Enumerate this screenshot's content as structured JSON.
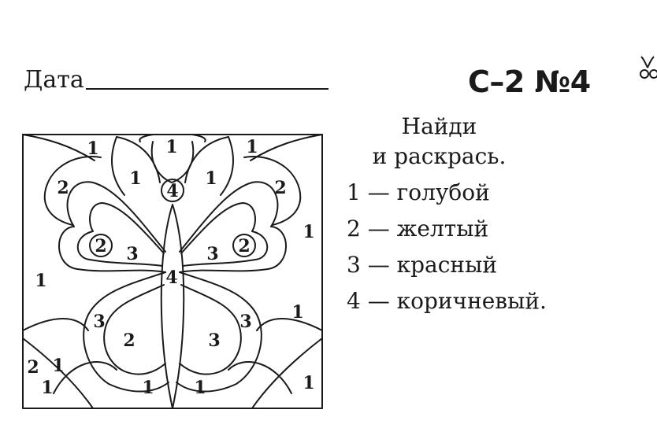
{
  "header": {
    "date_label": "Дата",
    "task_id": "С–2 №4"
  },
  "instructions": {
    "line1": "Найди",
    "line2": "и раскрась.",
    "legend": [
      "1 — голубой",
      "2 — желтый",
      "3 — красный",
      "4 — коричневый."
    ]
  },
  "picture": {
    "labels": [
      "1",
      "1",
      "1",
      "2",
      "1",
      "4",
      "1",
      "2",
      "2",
      "3",
      "3",
      "2",
      "1",
      "1",
      "4",
      "3",
      "1",
      "2",
      "3",
      "3",
      "2",
      "1",
      "1",
      "1",
      "1",
      "1",
      "1"
    ]
  },
  "colors": {
    "ink": "#1a1a1a",
    "paper": "#ffffff"
  }
}
